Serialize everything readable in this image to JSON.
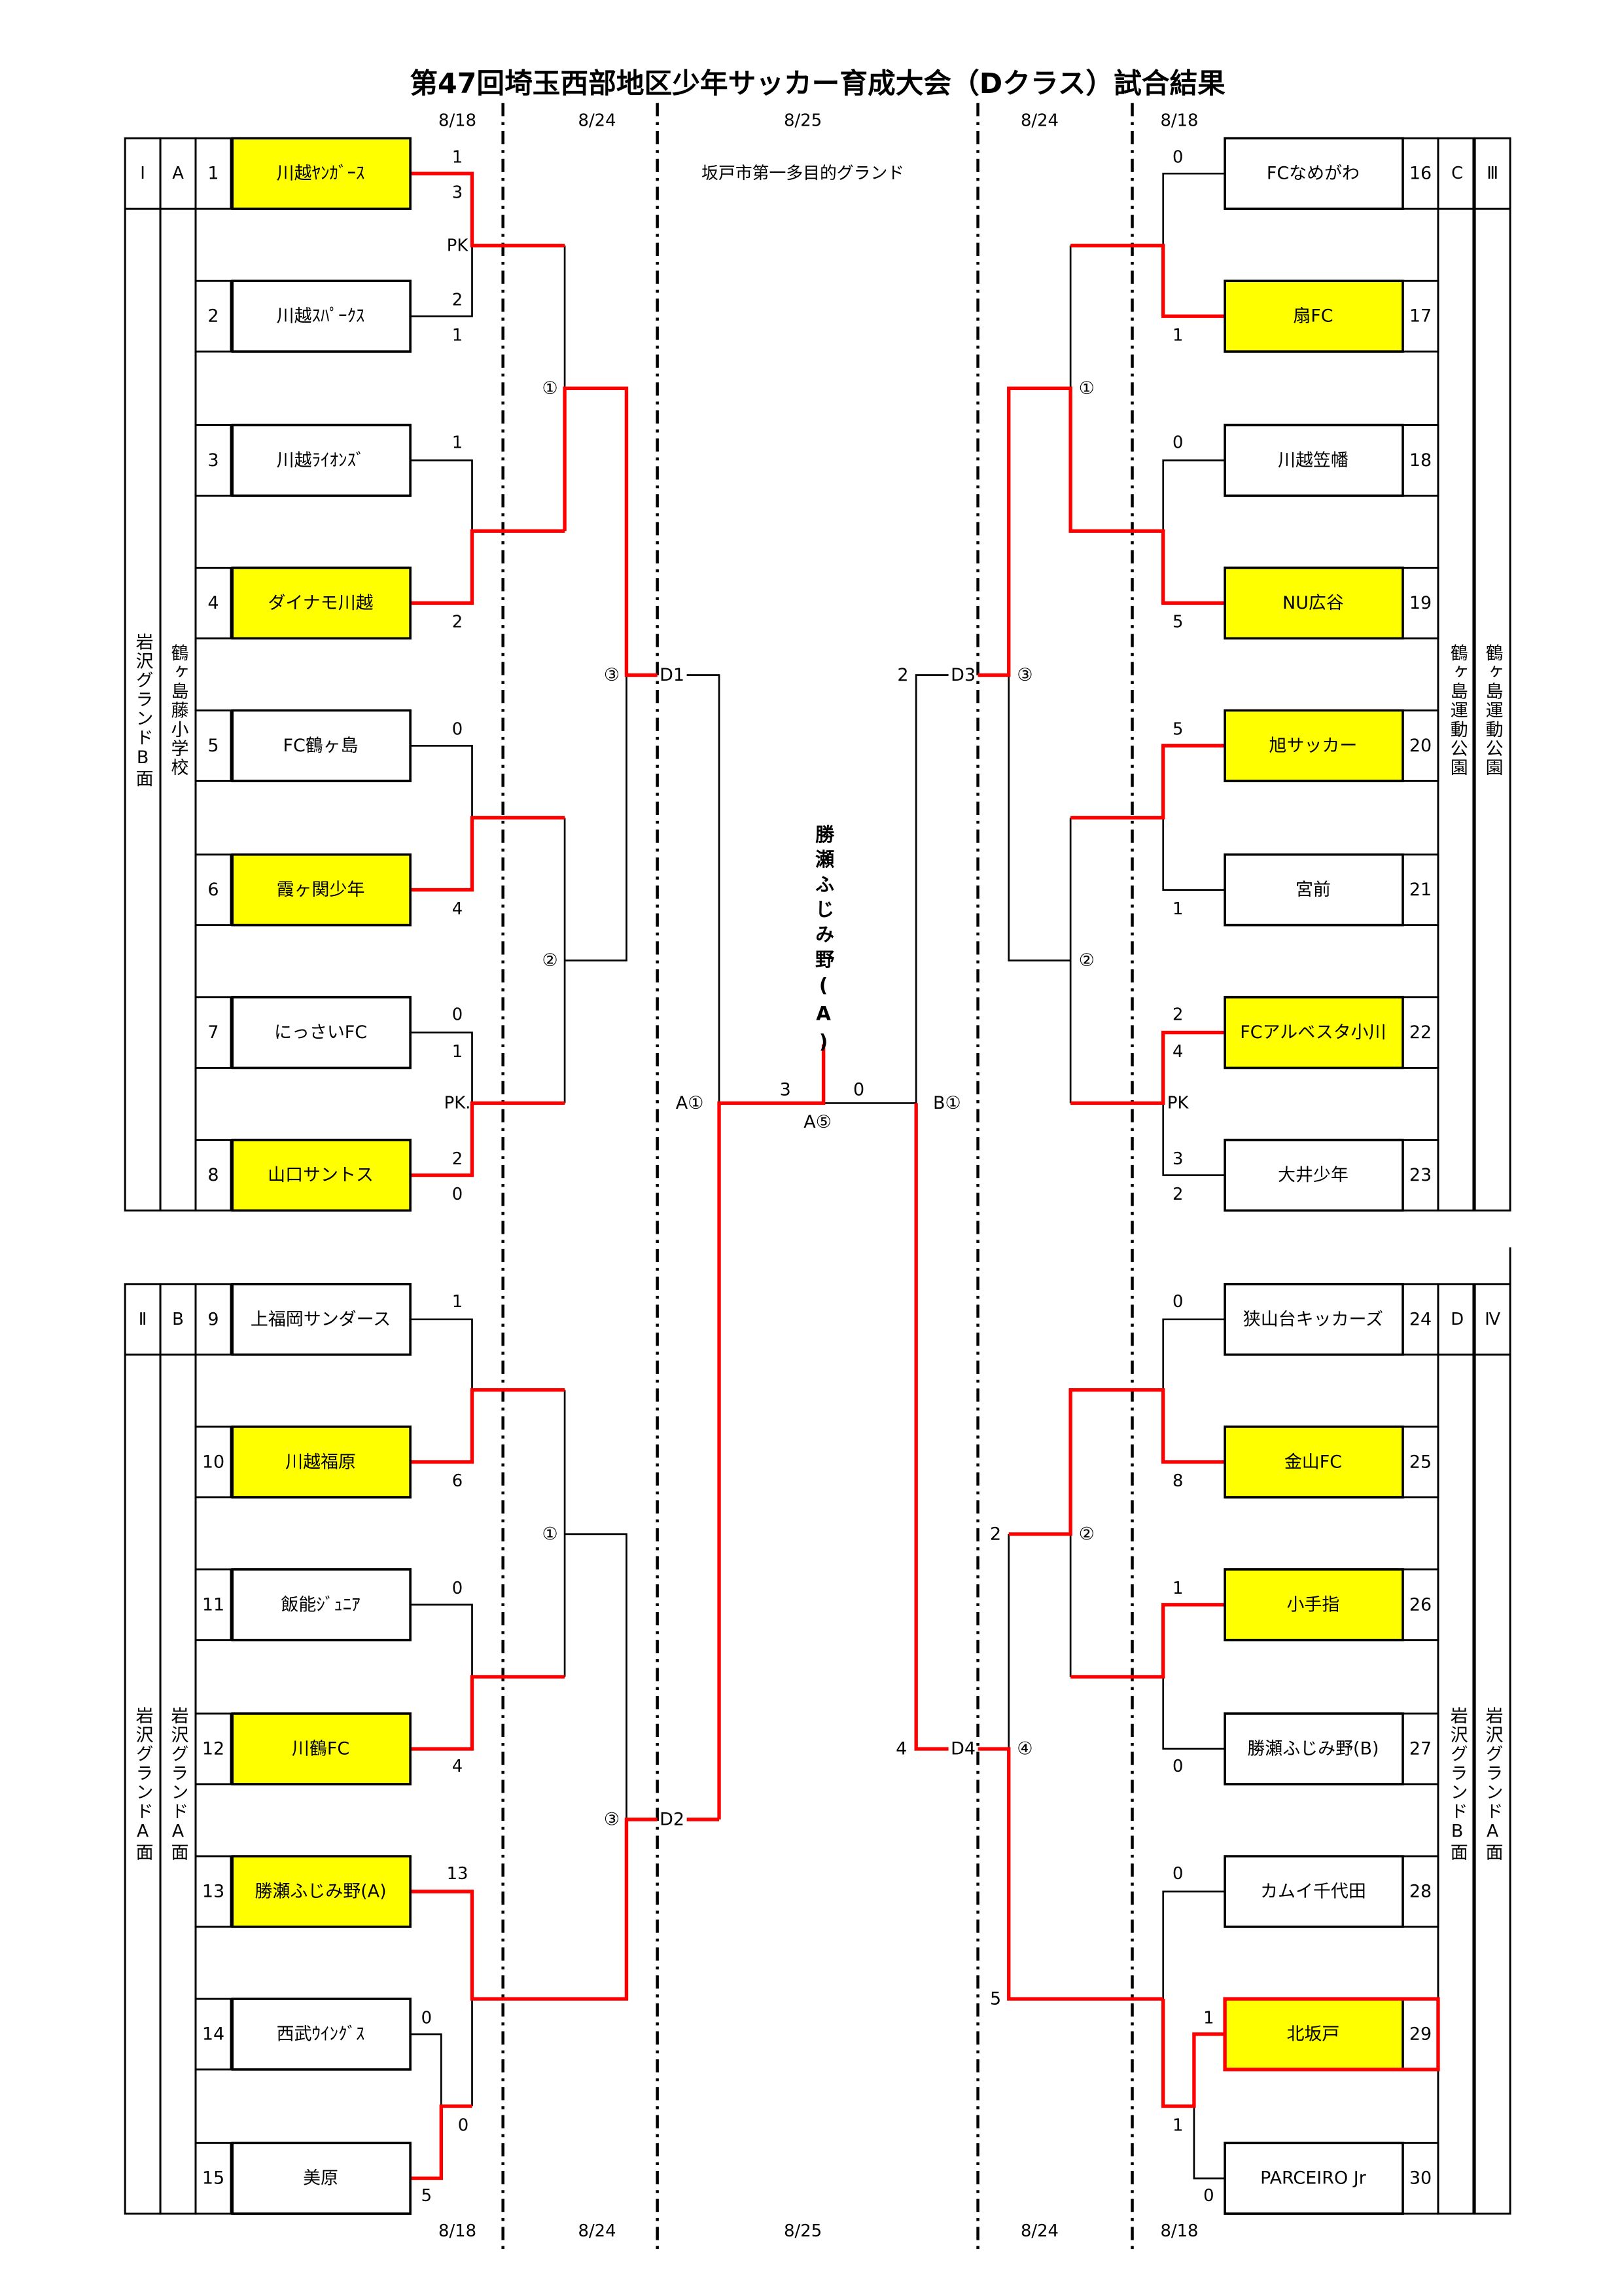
{
  "title": "第47回埼玉西部地区少年サッカー育成大会（Dクラス）試合結果",
  "venue_final": "坂戸市第一多目的グランド",
  "dates_top": [
    "8/18",
    "8/24",
    "8/25",
    "8/24",
    "8/18"
  ],
  "dates_bottom": [
    "8/18",
    "8/24",
    "8/25",
    "8/24",
    "8/18"
  ],
  "colors": {
    "winner_fill": "#ffff00",
    "winner_line": "#ff0000",
    "line": "#000000"
  },
  "champion": "勝瀬ふじみ野(A)",
  "side_labels": {
    "group_a": {
      "block": "Ⅰ",
      "letter": "A",
      "venue_outer": "岩沢グランドB面",
      "venue_inner": "鶴ヶ島藤小学校"
    },
    "group_b": {
      "block": "Ⅱ",
      "letter": "B",
      "venue_outer": "岩沢グランドA面",
      "venue_inner": "岩沢グランドA面"
    },
    "group_c": {
      "block": "Ⅲ",
      "letter": "C",
      "venue_inner": "鶴ヶ島運動公園",
      "venue_outer": "鶴ヶ島運動公園"
    },
    "group_d": {
      "block": "Ⅳ",
      "letter": "D",
      "venue_inner": "岩沢グランドB面",
      "venue_outer": "岩沢グランドA面"
    }
  },
  "teams_left": [
    {
      "no": "1",
      "name": "川越ﾔﾝｶﾞｰｽ",
      "advanced": true
    },
    {
      "no": "2",
      "name": "川越ｽﾊﾟｰｸｽ",
      "advanced": false
    },
    {
      "no": "3",
      "name": "川越ﾗｲｵﾝｽﾞ",
      "advanced": false
    },
    {
      "no": "4",
      "name": "ダイナモ川越",
      "advanced": true
    },
    {
      "no": "5",
      "name": "FC鶴ヶ島",
      "advanced": false
    },
    {
      "no": "6",
      "name": "霞ヶ関少年",
      "advanced": true
    },
    {
      "no": "7",
      "name": "にっさいFC",
      "advanced": false
    },
    {
      "no": "8",
      "name": "山口サントス",
      "advanced": true
    },
    {
      "no": "9",
      "name": "上福岡サンダース",
      "advanced": false
    },
    {
      "no": "10",
      "name": "川越福原",
      "advanced": true
    },
    {
      "no": "11",
      "name": "飯能ｼﾞｭﾆｱ",
      "advanced": false
    },
    {
      "no": "12",
      "name": "川鶴FC",
      "advanced": true
    },
    {
      "no": "13",
      "name": "勝瀬ふじみ野(A)",
      "advanced": true
    },
    {
      "no": "14",
      "name": "西武ｳｲﾝｸﾞｽ",
      "advanced": false
    },
    {
      "no": "15",
      "name": "美原",
      "advanced": false
    }
  ],
  "teams_right": [
    {
      "no": "16",
      "name": "FCなめがわ",
      "advanced": false
    },
    {
      "no": "17",
      "name": "扇FC",
      "advanced": true
    },
    {
      "no": "18",
      "name": "川越笠幡",
      "advanced": false
    },
    {
      "no": "19",
      "name": "NU広谷",
      "advanced": true
    },
    {
      "no": "20",
      "name": "旭サッカー",
      "advanced": true
    },
    {
      "no": "21",
      "name": "宮前",
      "advanced": false
    },
    {
      "no": "22",
      "name": "FCアルベスタ小川",
      "advanced": true
    },
    {
      "no": "23",
      "name": "大井少年",
      "advanced": false
    },
    {
      "no": "24",
      "name": "狭山台キッカーズ",
      "advanced": false
    },
    {
      "no": "25",
      "name": "金山FC",
      "advanced": true
    },
    {
      "no": "26",
      "name": "小手指",
      "advanced": true
    },
    {
      "no": "27",
      "name": "勝瀬ふじみ野(B)",
      "advanced": false
    },
    {
      "no": "28",
      "name": "カムイ千代田",
      "advanced": false
    },
    {
      "no": "29",
      "name": "北坂戸",
      "advanced": true,
      "highlighted": true
    },
    {
      "no": "30",
      "name": "PARCEIRO Jr",
      "advanced": false
    }
  ],
  "scores_left": [
    "1",
    "3",
    "PK",
    "2",
    "1",
    "1",
    "2",
    "0",
    "4",
    "0",
    "1",
    "PK.",
    "2",
    "0",
    "1",
    "6",
    "0",
    "4",
    "13",
    "0",
    "0",
    "5"
  ],
  "scores_right": [
    "0",
    "1",
    "0",
    "5",
    "5",
    "1",
    "2",
    "4",
    "PK",
    "3",
    "2",
    "0",
    "8",
    "1",
    "0",
    "0",
    "1",
    "1",
    "0"
  ],
  "scores_final": [
    "3",
    "0",
    "2",
    "4",
    "2",
    "5"
  ],
  "round_labels": [
    "①",
    "②",
    "③",
    "①",
    "③",
    "①",
    "③",
    "②",
    "②",
    "④",
    "D1",
    "D2",
    "D3",
    "D4",
    "A①",
    "B①",
    "A⑤"
  ]
}
